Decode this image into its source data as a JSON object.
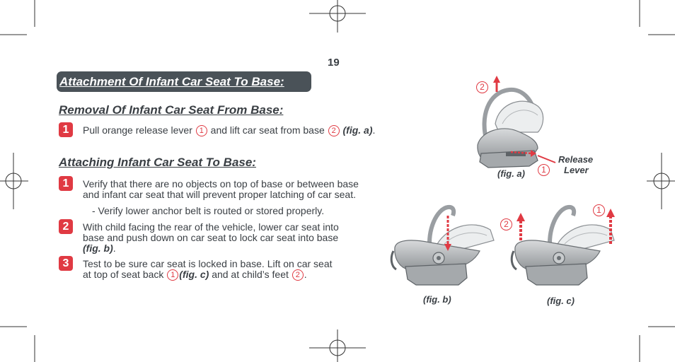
{
  "page_number": "19",
  "main_heading": "Attachment Of Infant Car Seat To Base:",
  "removal": {
    "heading": "Removal Of Infant Car Seat From Base:",
    "step1": {
      "num": "1",
      "text_a": "Pull orange release lever",
      "circ_a": "1",
      "text_b": "and lift car seat from base",
      "circ_b": "2",
      "fig": "(fig. a)",
      "end": "."
    }
  },
  "attaching": {
    "heading": "Attaching Infant Car Seat To Base:",
    "step1": {
      "num": "1",
      "line1": "Verify that there are no objects on top of base or between base",
      "line2": "and infant car seat that will prevent proper latching of car seat.",
      "bullet": "- Verify lower anchor belt is routed or stored properly."
    },
    "step2": {
      "num": "2",
      "line1": "With child facing the rear of the vehicle, lower car seat into",
      "line2": "base and push down on car seat to lock car seat into base",
      "fig": "(fig. b)",
      "end": "."
    },
    "step3": {
      "num": "3",
      "line1": "Test to be sure car seat is locked in base. Lift on car seat",
      "line2_a": "at top of seat back",
      "circ_a": "1",
      "fig": "(fig. c)",
      "line2_b": "and at child’s feet",
      "circ_b": "2",
      "end": "."
    }
  },
  "figures": {
    "a": {
      "label": "(fig. a)",
      "callout_lever": "1",
      "callout_lift": "2",
      "release_line1": "Release",
      "release_line2": "Lever"
    },
    "b": {
      "label": "(fig. b)"
    },
    "c": {
      "label": "(fig. c)",
      "callout_back": "1",
      "callout_feet": "2"
    }
  },
  "colors": {
    "accent": "#e03a43",
    "banner": "#4a5258",
    "text": "#3a3f44"
  }
}
